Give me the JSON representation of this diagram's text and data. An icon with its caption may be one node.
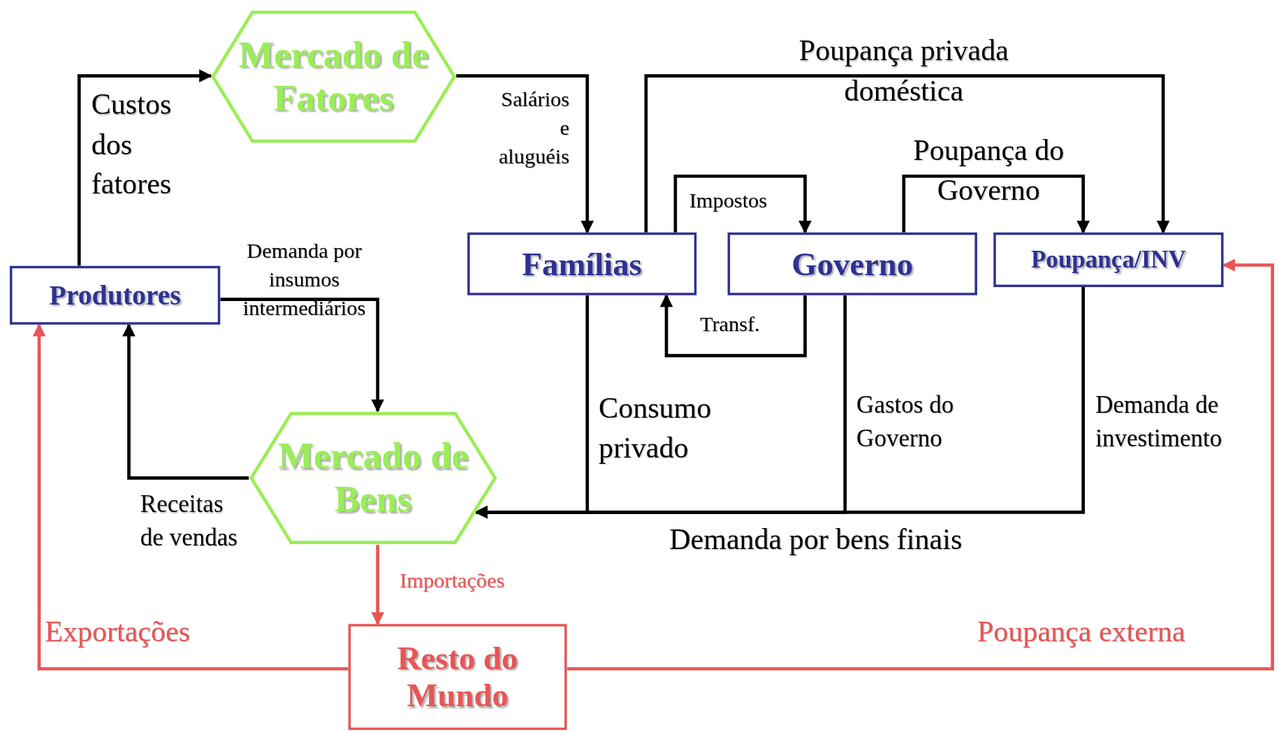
{
  "diagram": {
    "nodes": [
      {
        "text": [
          "Mercado de Fatores"
        ]
      },
      {
        "text": [
          "Produtores"
        ]
      },
      {
        "text": [
          "Famílias"
        ]
      },
      {
        "text": [
          "Governo"
        ]
      },
      {
        "text": [
          "Poupança/INV"
        ]
      },
      {
        "text": [
          "Mercado de Bens"
        ]
      },
      {
        "text": [
          "Resto do Mundo"
        ]
      }
    ],
    "edges": [
      {
        "from": 1,
        "to": 0,
        "arrow": "to",
        "label": "Custos dos fatores"
      },
      {
        "from": 0,
        "to": 2,
        "arrow": "to",
        "label": "Salários e aluguéis"
      },
      {
        "from": 2,
        "to": 4,
        "arrow": "to",
        "label": "Poupança privada doméstica"
      },
      {
        "from": 2,
        "to": 3,
        "arrow": "to",
        "label": "Impostos"
      },
      {
        "from": 3,
        "to": 2,
        "arrow": "to",
        "label": "Transf."
      },
      {
        "from": 3,
        "to": 4,
        "arrow": "to",
        "label": "Poupança do Governo"
      },
      {
        "from": 1,
        "to": 5,
        "arrow": "to",
        "label": "Demanda por insumos intermediários"
      },
      {
        "from": 5,
        "to": 1,
        "arrow": "to",
        "label": "Receitas de vendas"
      },
      {
        "from": 2,
        "to": 5,
        "arrow": "to",
        "label": "Consumo privado"
      },
      {
        "from": 3,
        "to": 5,
        "arrow": "to",
        "label": "Gastos do Governo"
      },
      {
        "from": 4,
        "to": 5,
        "arrow": "to",
        "label": "Demanda de investimento"
      },
      {
        "from": 5,
        "to": 6,
        "arrow": "to",
        "label": "Importações",
        "color": "#e85555"
      },
      {
        "from": 6,
        "to": 1,
        "arrow": "to",
        "label": "Exportações",
        "color": "#e85555"
      },
      {
        "from": 6,
        "to": 4,
        "arrow": "to",
        "label": "Poupança externa",
        "color": "#e85555"
      }
    ],
    "labels": [
      "Demanda por bens finais"
    ]
  }
}
